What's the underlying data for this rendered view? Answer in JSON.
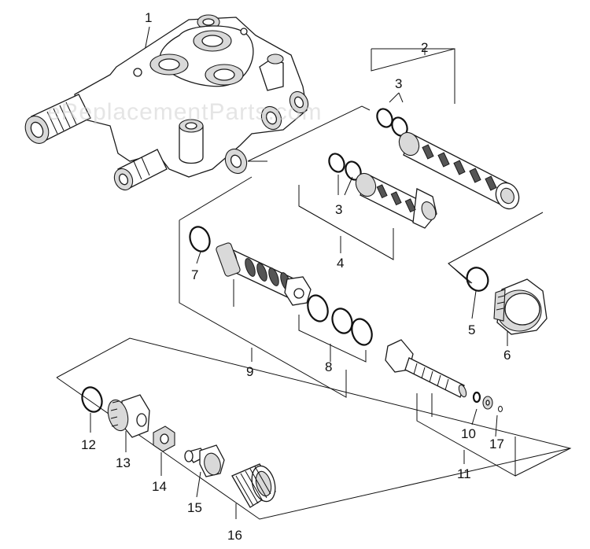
{
  "watermark": "eReplacementParts.com",
  "callouts": {
    "c1": "1",
    "c2": "2",
    "c3a": "3",
    "c3b": "3",
    "c4": "4",
    "c5": "5",
    "c6": "6",
    "c7": "7",
    "c8": "8",
    "c9": "9",
    "c10": "10",
    "c11": "11",
    "c12": "12",
    "c13": "13",
    "c14": "14",
    "c15": "15",
    "c16": "16",
    "c17": "17"
  }
}
